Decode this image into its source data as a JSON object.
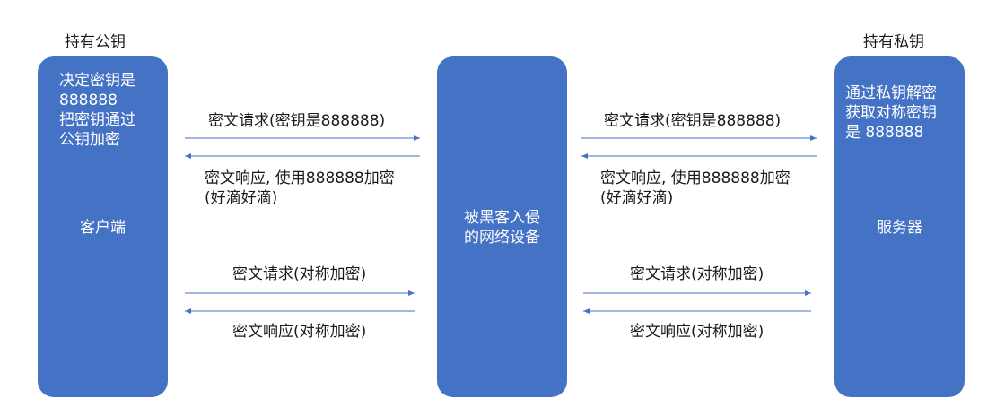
{
  "client": {
    "header": "持有公钥",
    "note": "决定密钥是\n888888\n把密钥通过\n公钥加密",
    "name": "客户端"
  },
  "middle": {
    "name": "被黑客入侵\n的网络设备"
  },
  "server": {
    "header": "持有私钥",
    "note": "通过私钥解密\n获取对称密钥\n是 888888",
    "name": "服务器"
  },
  "messages": {
    "left_request_1": "密文请求(密钥是888888)",
    "left_response_1": "密文响应, 使用888888加密\n(好滴好滴)",
    "left_request_2": "密文请求(对称加密)",
    "left_response_2": "密文响应(对称加密)",
    "right_request_1": "密文请求(密钥是888888)",
    "right_response_1": "密文响应, 使用888888加密\n(好滴好滴)",
    "right_request_2": "密文请求(对称加密)",
    "right_response_2": "密文响应(对称加密)"
  },
  "colors": {
    "box": "#4472C4",
    "arrow": "#4472C4"
  }
}
